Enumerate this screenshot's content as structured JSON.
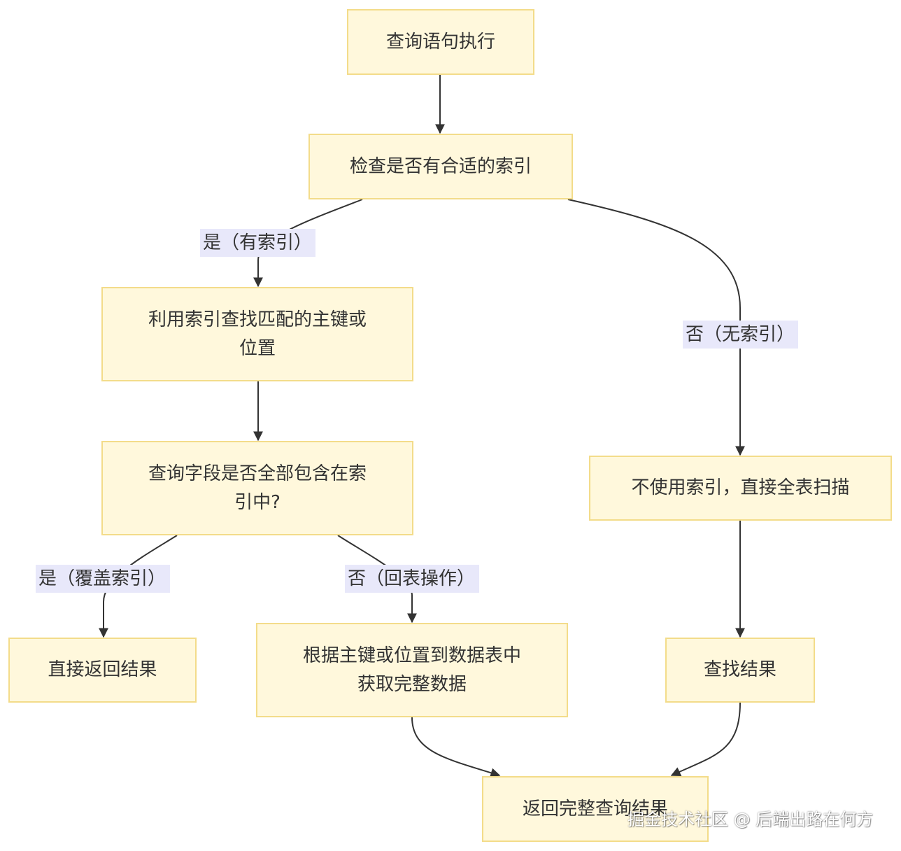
{
  "nodes": {
    "start": "查询语句执行",
    "check_index": "检查是否有合适的索引",
    "use_index": "利用索引查找匹配的主键或\n位置",
    "covered_check": "查询字段是否全部包含在索\n引中?",
    "return_direct": "直接返回结果",
    "lookup_table": "根据主键或位置到数据表中\n获取完整数据",
    "full_scan": "不使用索引，直接全表扫描",
    "find_result": "查找结果",
    "return_full": "返回完整查询结果"
  },
  "edge_labels": {
    "has_index": "是（有索引）",
    "no_index": "否（无索引）",
    "covering": "是（覆盖索引）",
    "table_lookup": "否（回表操作）"
  },
  "watermark": "掘金技术社区 @ 后端出路在何方",
  "colors": {
    "node_fill": "#fff8dc",
    "node_border": "#f3dc8a",
    "edge_label_bg": "#e8e8fa",
    "edge_stroke": "#333333"
  }
}
